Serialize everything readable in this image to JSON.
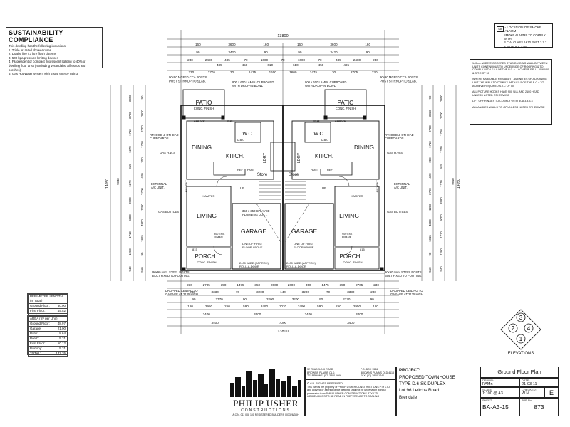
{
  "sustainability": {
    "title": "SUSTAINABILITY COMPLIANCE",
    "intro": "This dwelling has the following inclusions:",
    "items": [
      "1. Triple 'A' rated shower roses",
      "2. Dual 6 litre / 3 litre flush cisterns",
      "3. 500 kpa pressure limiting devices",
      "4. Fluorescent or compact fluorescent lighting to 40% of",
      "dwelling floor area ( excluding verandahs, alfrescos and",
      "porches)",
      "5. Gas Hot Water system with 5 star energy rating"
    ]
  },
  "smoke_legend": {
    "symbol": "SA",
    "title": "- LOCATION OF SMOKE ALARM",
    "lines": [
      "SMOKE ALARMS TO COMPLY WITH",
      "B.C.A. CLASS 1&10 PART 3.7.2",
      "& WITH A.S.3786"
    ]
  },
  "notes": [
    "140mm WIDE STAGGERED STUD DIVIDING WALL BETWEEN UNITS CONTINUOUS TO UNDERSIDE OF ROOFING & TO COMPLY WITH F.5.4 OF THE B.C.A. - ACHIEVE F.R.L - 60/60/60 & S.T.C OF 50",
    "WHERE HABITABLE RMS ABUTT AMENITIES OF ADJOINING UNIT THE WALL TO COMPLY WITH F.5.5 OF THE B.C.A TO ACHIEVE REQUIRED S.T.C OF 50",
    "ALL PICTURE HOOKS HAVE 900 SILL AND 2100 HEAD UNLESS NOTED OTHERWISE",
    "LIFT OFF HINGES TO COMPLY WITH BCA 3.8.3.3",
    "ALL ANGLED WALLS TO 45° UNLESS NOTED OTHERWISE"
  ],
  "perimeter": {
    "title": "PERIMETER LENGTH (m Total)",
    "rows": [
      [
        "Ground Floor:",
        "50.00"
      ],
      [
        "First Floor:",
        "45.52"
      ],
      [
        "Total:",
        "95.52"
      ]
    ]
  },
  "area": {
    "title": "AREA (m² per Unit)",
    "rows": [
      [
        "Ground Floor:",
        "48.97"
      ],
      [
        "Garage:",
        "21.00"
      ],
      [
        "Patio:",
        "8.64"
      ],
      [
        "Porch:",
        "5.31"
      ],
      [
        "First Floor:",
        "50.12"
      ],
      [
        "Balcony:",
        "5.31"
      ],
      [
        "TOTAL:",
        "147.35"
      ]
    ]
  },
  "plan": {
    "rooms": {
      "patio": "PATIO",
      "conc_finish": "CONC. FINISH",
      "dining": "DINING",
      "kitch": "KITCH.",
      "living": "LIVING",
      "garage": "GARAGE",
      "porch": "PORCH",
      "wc": "W.C",
      "ldry": "LDRY",
      "store": "Store",
      "up": "UP",
      "ref": "REF",
      "pant": "PANT",
      "hamper": "HAMPER",
      "ac_vent": "A/C VENT",
      "ubo": "U.B.O"
    },
    "callouts": {
      "posts_top": "90x90 MGP10 CCA POSTS\nPOST STIRRUP TO SLAB.",
      "laundry_cupboard": "900 x 600 LAMIN. CUPBOARD\nWITH DROP-IN BOWL",
      "cupboards": "RTHOOD & OTHEAD\nCUPBOARDS.",
      "gas_hws": "GAS H.W.S",
      "external_ac": "EXTERNAL\nA/C UNIT.",
      "gas_bottles": "GAS BOTTLES",
      "splayed": "350 x 350 SPLAYED\nPLUMBING DUCT.",
      "line_first_floor": "LINE OF FIRST\nFLOOR ABOVE.",
      "roll_door": "2400 WIDE (APPROX)\nROLL-A-DOOR",
      "steel_posts": "90x90 nom. STEEL POSTS\nBOLT FIXED TO FOOTING.",
      "dropped_ceiling": "DROPPED CEILING TO\nGARAGE AT 2135 HIGH.",
      "ent_frame": "900 ENT.\nFRAME",
      "dim_815": "815",
      "dim_2118": "2118 S/D",
      "dim_0915": "0915"
    },
    "dims_top": {
      "overall": "13800",
      "r1": [
        "160",
        "3600",
        "160",
        "160",
        "3600",
        "160"
      ],
      "r2": [
        "90",
        "3420",
        "90",
        "90",
        "3420",
        "90"
      ],
      "r3": [
        "230",
        "2480",
        "485",
        "70",
        "1600",
        "70",
        "1600",
        "70",
        "485",
        "2480",
        "230"
      ],
      "r4": [
        "230",
        "2705",
        "30",
        "1475",
        "1600",
        "1600",
        "1475",
        "30",
        "2705",
        "230"
      ],
      "r4_small": [
        "485",
        "450",
        "610",
        "610",
        "450",
        "485"
      ]
    },
    "dims_bottom": {
      "r1": [
        "230",
        "2705",
        "350",
        "1475",
        "350",
        "2000",
        "2000",
        "350",
        "1475",
        "350",
        "2705",
        "230"
      ],
      "r2": [
        "230",
        "3330",
        "70",
        "3200",
        "140",
        "3200",
        "70",
        "3330",
        "230"
      ],
      "r3": [
        "90",
        "2770",
        "90",
        "3200",
        "3200",
        "90",
        "2770",
        "90"
      ],
      "r4": [
        "160",
        "2950",
        "250",
        "590",
        "2490",
        "1020",
        "2490",
        "590",
        "250",
        "2950",
        "160"
      ],
      "r5": [
        "3400",
        "3400",
        "3400",
        "3400"
      ],
      "r6": [
        "3400",
        "7000",
        "3400"
      ],
      "overall": "13800"
    },
    "dims_left": {
      "overall": "14050",
      "outer": [
        "9840"
      ],
      "mid": [
        "2850",
        "2700",
        "1710",
        "1270",
        "915",
        "1270",
        "3980",
        "6000",
        "1710",
        "1280",
        "940"
      ],
      "inner": [
        "90",
        "2820",
        "2700",
        "1710",
        "200",
        "420",
        "2700",
        "1280",
        "4800",
        "1815",
        "90",
        "550"
      ]
    },
    "dims_right": {
      "overall": "14050",
      "outer": [
        "9840"
      ],
      "mid": [
        "2850",
        "2700",
        "1710",
        "1270",
        "915",
        "1270",
        "3980",
        "6000",
        "1710",
        "1280",
        "940"
      ],
      "inner": [
        "90",
        "2820",
        "2700",
        "1710",
        "200",
        "420",
        "2700",
        "1280",
        "4800",
        "1815",
        "90",
        "550"
      ]
    }
  },
  "elevations": {
    "label": "ELEVATIONS",
    "numbers": [
      "1",
      "2",
      "3",
      "4"
    ]
  },
  "title_block": {
    "company": "PHILIP USHER",
    "company_sub": "CONSTRUCTIONS",
    "acn": "A.C.N. 011 008 101   REGISTERED BUILDERS 003326/3DH",
    "address_l": [
      "32 TRADELINK ROAD",
      "BROWNS PLAINS  QLD.",
      "TELEPHONE: (07) 3800 1666"
    ],
    "address_r": [
      "P.O. BOX 1536",
      "BROWNS PLAINS QLD 4118",
      "FAX: (07) 3800 1740"
    ],
    "rights": "© ALL RIGHTS RESERVED",
    "rights_text": "This plan is the property of PHILIP USHER CONSTRUCTIONS PTY LTD and copying or altering of the drawing shall not be undertaken without permission from PHILIP USHER CONSTRUCTIONS PTY LTD\n# DIMENSIONS TO BE READ IN PREFERENCE TO SCALING",
    "project_label": "PROJECT:",
    "project": [
      "PROPOSED TOWNHOUSE",
      "TYPE D.6-SK DUPLEX",
      "Lot 96 Leitchs Road",
      "Brendale"
    ],
    "sheet_title": "Ground Floor Plan",
    "drawn_label": "DRAWN:",
    "drawn": "PAMn",
    "date_label": "DATE:",
    "date": "21-03-11",
    "scale_label": "SCALE:",
    "scale": "1:100 @ A3",
    "checked_label": "CHECKED:",
    "checked": "W.M.",
    "rev": "E",
    "sheet_label": "SHEET:",
    "sheet": "BA-A3-15",
    "job_label": "JOB No:",
    "job": "873"
  }
}
